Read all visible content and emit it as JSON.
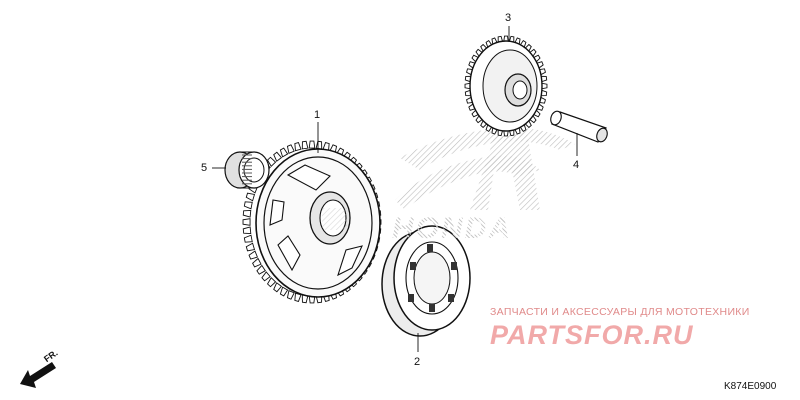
{
  "diagram": {
    "code": "K874E0900",
    "direction_label": "FR.",
    "callouts": [
      "1",
      "2",
      "3",
      "4",
      "5"
    ]
  },
  "watermark": {
    "honda_logo_text": "HONDA",
    "caption": "ЗАПЧАСТИ И АКСЕССУАРЫ ДЛЯ МОТОТЕХНИКИ",
    "brand": "PARTSFOR.RU",
    "brand_color": "#f1a9a9",
    "caption_color": "#e08a8a"
  }
}
